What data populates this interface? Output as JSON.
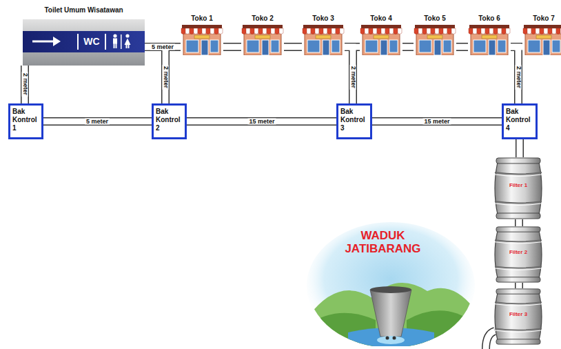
{
  "diagram": {
    "nodes": [
      {
        "text": [
          "Toilet Umum Wisatawan",
          "WC"
        ]
      },
      {
        "text": [
          "Toko 1"
        ]
      },
      {
        "text": [
          "Toko 2"
        ]
      },
      {
        "text": [
          "Toko 3"
        ]
      },
      {
        "text": [
          "Toko 4"
        ]
      },
      {
        "text": [
          "Toko 5"
        ]
      },
      {
        "text": [
          "Toko 6"
        ]
      },
      {
        "text": [
          "Toko 7"
        ]
      },
      {
        "text": [
          "Bak Kontrol 1"
        ]
      },
      {
        "text": [
          "Bak Kontrol 2"
        ]
      },
      {
        "text": [
          "Bak Kontrol 3"
        ]
      },
      {
        "text": [
          "Bak Kontrol 4"
        ]
      },
      {
        "text": [
          "Filter 1"
        ]
      },
      {
        "text": [
          "Filter 2"
        ]
      },
      {
        "text": [
          "Filter 3"
        ]
      },
      {
        "text": [
          "WADUK JATIBARANG"
        ]
      }
    ],
    "edges": [
      {
        "from": 0,
        "to": 8,
        "arrow": "none",
        "label": "2 meter"
      },
      {
        "from": 0,
        "to": 1,
        "arrow": "none",
        "label": "5 meter"
      },
      {
        "from": 0,
        "to": 9,
        "arrow": "none",
        "label": "2 meter"
      },
      {
        "from": 1,
        "to": 2,
        "arrow": "none"
      },
      {
        "from": 2,
        "to": 3,
        "arrow": "none"
      },
      {
        "from": 3,
        "to": 4,
        "arrow": "none"
      },
      {
        "from": 4,
        "to": 5,
        "arrow": "none"
      },
      {
        "from": 5,
        "to": 6,
        "arrow": "none"
      },
      {
        "from": 6,
        "to": 7,
        "arrow": "none"
      },
      {
        "from": 3,
        "to": 10,
        "arrow": "none",
        "label": "2 meter"
      },
      {
        "from": 6,
        "to": 11,
        "arrow": "none",
        "label": "2 meter"
      },
      {
        "from": 8,
        "to": 9,
        "arrow": "none",
        "label": "5 meter"
      },
      {
        "from": 9,
        "to": 10,
        "arrow": "none",
        "label": "15 meter"
      },
      {
        "from": 10,
        "to": 11,
        "arrow": "none",
        "label": "15 meter"
      },
      {
        "from": 11,
        "to": 12,
        "arrow": "none"
      },
      {
        "from": 12,
        "to": 13,
        "arrow": "none"
      },
      {
        "from": 13,
        "to": 14,
        "arrow": "none"
      }
    ]
  }
}
